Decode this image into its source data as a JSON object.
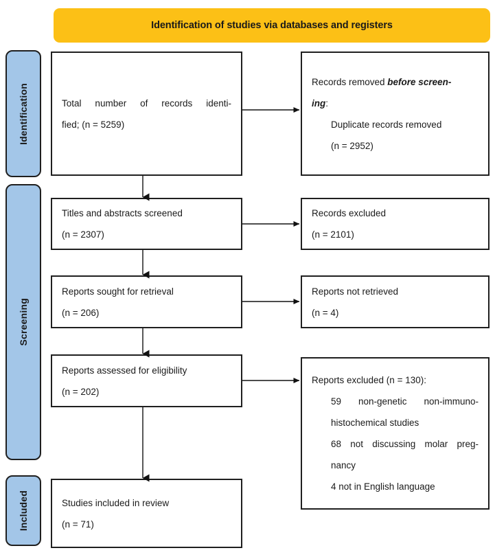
{
  "banner": {
    "title": "Identification of studies via databases and registers",
    "color": "#FCC016"
  },
  "rails": {
    "color": "#A3C6E8",
    "items": [
      {
        "label": "Identification"
      },
      {
        "label": "Screening"
      },
      {
        "label": "Included"
      }
    ]
  },
  "chart_data": {
    "type": "flowchart",
    "title": "PRISMA 2020 flow diagram",
    "nodes": [
      {
        "id": "identified",
        "stage": "Identification",
        "column": "left",
        "text": "Total number of records identified; (n = 5259)",
        "n": 5259
      },
      {
        "id": "removed",
        "stage": "Identification",
        "column": "right",
        "text": "Records removed before screening: Duplicate records removed (n = 2952)",
        "n": 2952
      },
      {
        "id": "screened",
        "stage": "Screening",
        "column": "left",
        "text": "Titles and abstracts screened (n = 2307)",
        "n": 2307
      },
      {
        "id": "rec_excluded",
        "stage": "Screening",
        "column": "right",
        "text": "Records excluded (n = 2101)",
        "n": 2101
      },
      {
        "id": "sought",
        "stage": "Screening",
        "column": "left",
        "text": "Reports sought for retrieval (n = 206)",
        "n": 206
      },
      {
        "id": "not_retrieved",
        "stage": "Screening",
        "column": "right",
        "text": "Reports not retrieved (n = 4)",
        "n": 4
      },
      {
        "id": "assessed",
        "stage": "Screening",
        "column": "left",
        "text": "Reports assessed for eligibility (n = 202)",
        "n": 202
      },
      {
        "id": "rep_excluded",
        "stage": "Screening",
        "column": "right",
        "text": "Reports excluded (n = 130): 59 non-genetic non-immunohistochemical studies; 68 not discussing molar pregnancy; 4 not in English language",
        "n": 130
      },
      {
        "id": "included",
        "stage": "Included",
        "column": "left",
        "text": "Studies included in review (n = 71)",
        "n": 71
      }
    ],
    "edges": [
      {
        "from": "identified",
        "to": "removed",
        "direction": "right"
      },
      {
        "from": "identified",
        "to": "screened",
        "direction": "down"
      },
      {
        "from": "screened",
        "to": "rec_excluded",
        "direction": "right"
      },
      {
        "from": "screened",
        "to": "sought",
        "direction": "down"
      },
      {
        "from": "sought",
        "to": "not_retrieved",
        "direction": "right"
      },
      {
        "from": "sought",
        "to": "assessed",
        "direction": "down"
      },
      {
        "from": "assessed",
        "to": "rep_excluded",
        "direction": "right"
      },
      {
        "from": "assessed",
        "to": "included",
        "direction": "down"
      }
    ]
  },
  "boxes": {
    "identified": {
      "line1": "Total  number  of  records  identi-",
      "line2": "fied; (n = 5259)"
    },
    "removed": {
      "line1_prefix": "Records removed ",
      "line1_italic": "before screen-",
      "line2_italic": "ing",
      "line2_suffix": ":",
      "line3": "Duplicate records removed",
      "line4": "(n = 2952)"
    },
    "screened": {
      "line1": "Titles and abstracts screened",
      "line2": "(n = 2307)"
    },
    "rec_excluded": {
      "line1": "Records excluded",
      "line2": "(n = 2101)"
    },
    "sought": {
      "line1": "Reports sought for retrieval",
      "line2": "(n = 206)"
    },
    "not_retrieved": {
      "line1": "Reports not retrieved",
      "line2": "(n = 4)"
    },
    "assessed": {
      "line1": "Reports assessed for eligibility",
      "line2": "(n = 202)"
    },
    "rep_excluded": {
      "line1": "Reports excluded (n = 130):",
      "line2": "59  non-genetic  non-immuno-",
      "line3": "histochemical studies",
      "line4": "68 not discussing molar preg-",
      "line5": "nancy",
      "line6": "4 not in English language"
    },
    "included": {
      "line1": "Studies included in review",
      "line2": "(n = 71)"
    }
  }
}
